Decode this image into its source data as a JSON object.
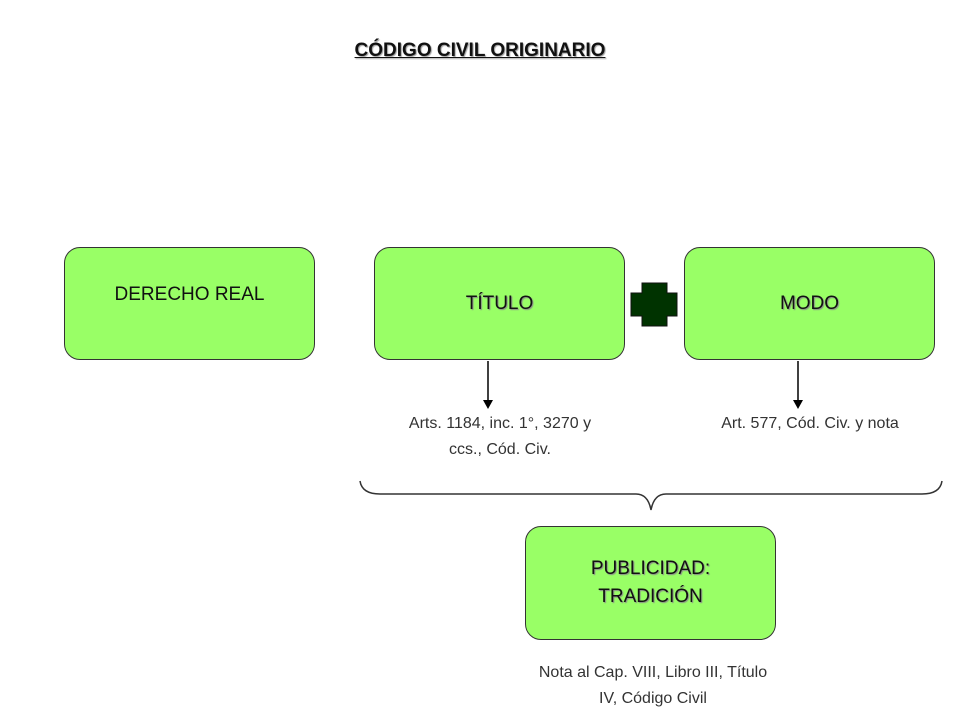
{
  "title": "CÓDIGO CIVIL ORIGINARIO",
  "boxes": {
    "derecho_real": "DERECHO REAL",
    "titulo": "TÍTULO",
    "modo": "MODO",
    "publicidad_line1": "PUBLICIDAD:",
    "publicidad_line2": "TRADICIÓN"
  },
  "notes": {
    "titulo_line1": "Arts. 1184, inc. 1°, 3270 y",
    "titulo_line2": "ccs., Cód. Civ.",
    "modo": "Art. 577, Cód. Civ. y nota",
    "publicidad_line1": "Nota al Cap. VIII, Libro III, Título",
    "publicidad_line2": "IV, Código Civil"
  },
  "colors": {
    "box_fill": "#99ff66",
    "plus_fill": "#003300"
  }
}
